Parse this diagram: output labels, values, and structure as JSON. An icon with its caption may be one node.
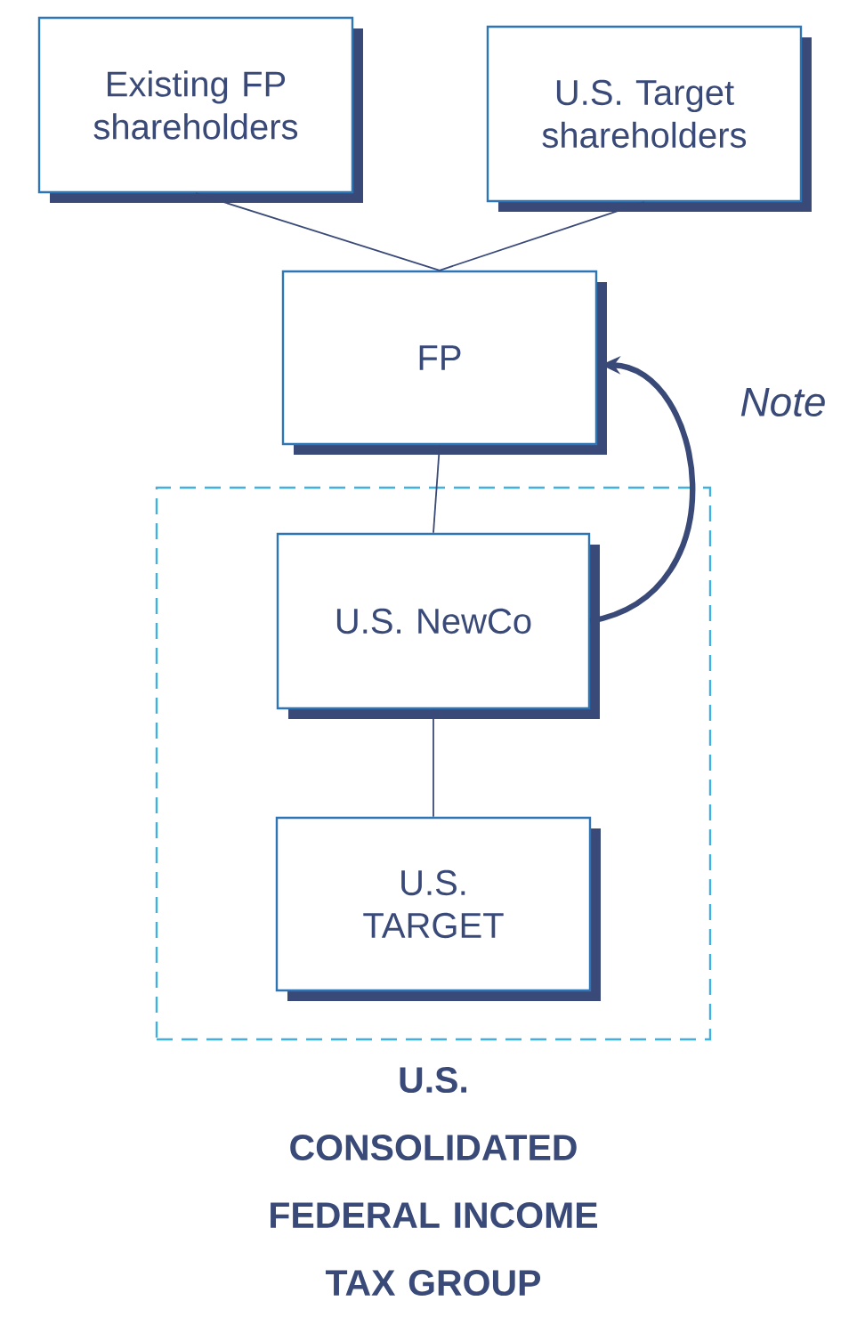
{
  "diagram": {
    "nodes": [
      {
        "text": [
          "Existing FP shareholders"
        ]
      },
      {
        "text": [
          "U.S. Target shareholders"
        ]
      },
      {
        "text": [
          "FP"
        ]
      },
      {
        "text": [
          "U.S. CONSOLIDATED FEDERAL INCOME TAX GROUP"
        ]
      },
      {
        "text": [
          "U.S. NewCo"
        ],
        "in": 3
      },
      {
        "text": [
          "U.S. TARGET"
        ],
        "in": 3
      }
    ],
    "edges": [
      {
        "from": 0,
        "to": 2,
        "arrow": "none"
      },
      {
        "from": 1,
        "to": 2,
        "arrow": "none"
      },
      {
        "from": 2,
        "to": 4,
        "arrow": "none"
      },
      {
        "from": 4,
        "to": 5,
        "arrow": "none"
      },
      {
        "from": 4,
        "to": 2,
        "arrow": "to",
        "label": "Note",
        "style": "thick"
      }
    ]
  }
}
